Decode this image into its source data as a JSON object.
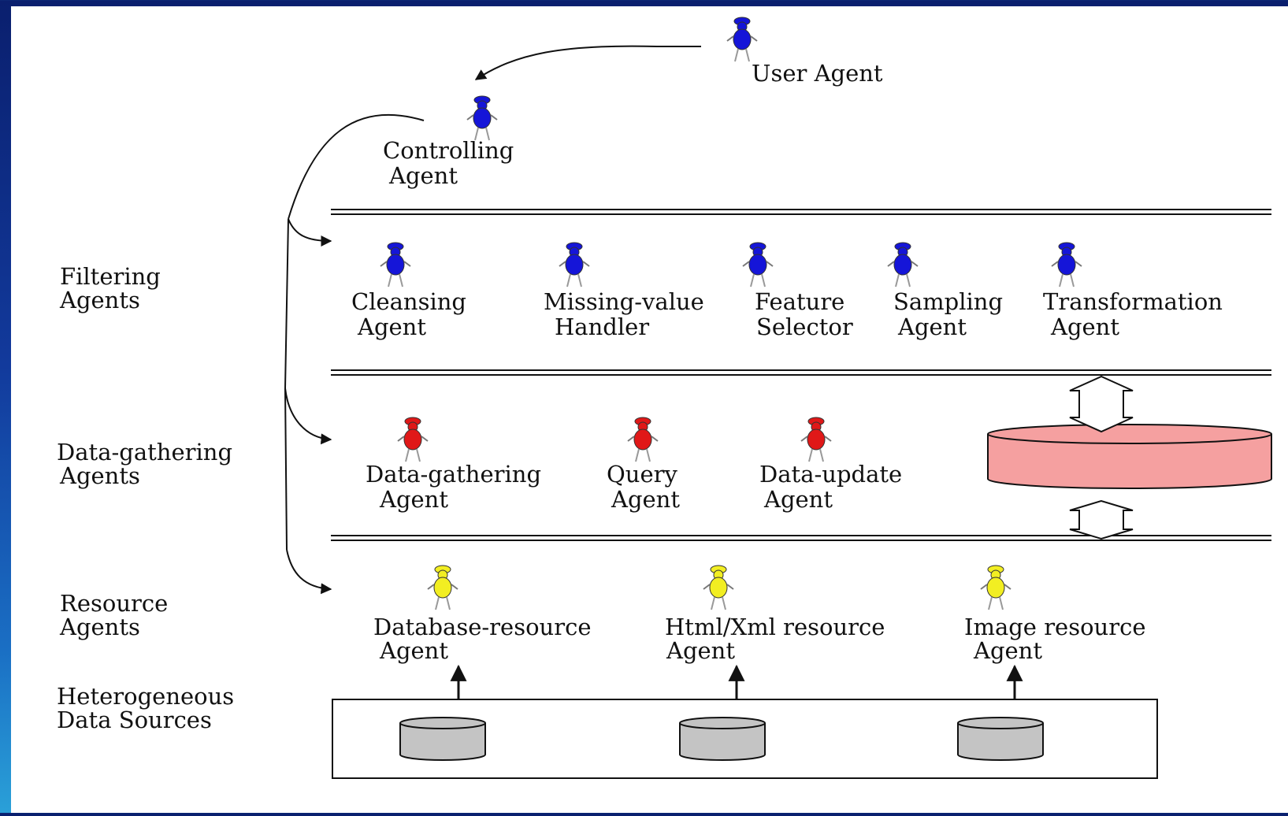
{
  "colors": {
    "background_gradient_top": "#0a1f6e",
    "background_gradient_bottom": "#2aa0d8",
    "canvas": "#ffffff",
    "agent_blue": "#1515d8",
    "agent_red": "#e01818",
    "agent_yellow": "#f2ee22",
    "repository_fill": "#f5a0a0",
    "datasource_fill": "#c4c4c4",
    "line": "#111111"
  },
  "top": {
    "user_agent": {
      "label": "User Agent",
      "icon": "agent-figure-blue-icon"
    },
    "controlling_agent": {
      "line1": "Controlling",
      "line2": "Agent",
      "icon": "agent-figure-blue-icon"
    }
  },
  "layers": {
    "filtering": {
      "label_line1": "Filtering",
      "label_line2": "Agents",
      "agents": [
        {
          "line1": "Cleansing",
          "line2": "Agent"
        },
        {
          "line1": "Missing-value",
          "line2": "Handler"
        },
        {
          "line1": "Feature",
          "line2": "Selector"
        },
        {
          "line1": "Sampling",
          "line2": "Agent"
        },
        {
          "line1": "Transformation",
          "line2": "Agent"
        }
      ]
    },
    "data_gathering": {
      "label_line1": "Data-gathering",
      "label_line2": "Agents",
      "agents": [
        {
          "line1": "Data-gathering",
          "line2": "Agent"
        },
        {
          "line1": "Query",
          "line2": "Agent"
        },
        {
          "line1": "Data-update",
          "line2": "Agent"
        }
      ]
    },
    "resource": {
      "label_line1": "Resource",
      "label_line2": "Agents",
      "agents": [
        {
          "line1": "Database-resource",
          "line2": "Agent"
        },
        {
          "line1": "Html/Xml resource",
          "line2": "Agent"
        },
        {
          "line1": "Image resource",
          "line2": "Agent"
        }
      ]
    },
    "data_sources": {
      "label_line1": "Heterogeneous",
      "label_line2": "Data Sources",
      "count": 3
    }
  }
}
